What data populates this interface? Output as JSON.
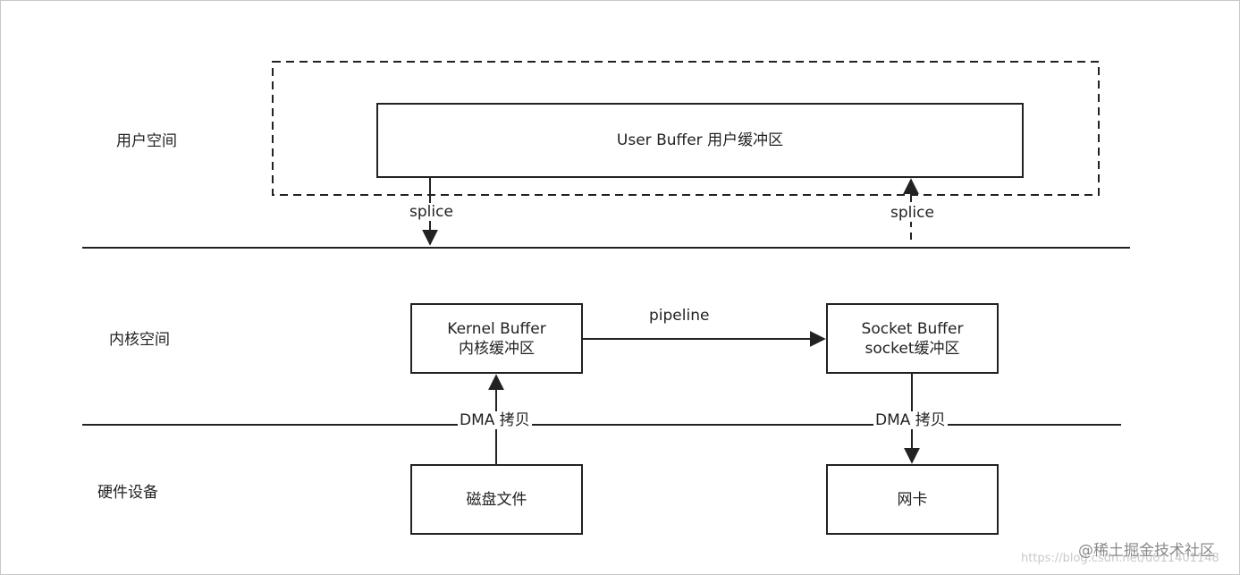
{
  "layers": {
    "user": "用户空间",
    "kernel": "内核空间",
    "hardware": "硬件设备"
  },
  "nodes": {
    "user_buffer": "User Buffer 用户缓冲区",
    "kernel_buffer": [
      "Kernel Buffer",
      "内核缓冲区"
    ],
    "socket_buffer": [
      "Socket Buffer",
      "socket缓冲区"
    ],
    "disk_file": "磁盘文件",
    "nic": "网卡"
  },
  "edges": {
    "splice_down": "splice",
    "splice_up": "splice",
    "pipeline": "pipeline",
    "dma_left": "DMA 拷贝",
    "dma_right": "DMA 拷贝"
  },
  "watermark": {
    "site": "@稀土掘金技术社区",
    "url": "https://blog.csdn.net/u011401148"
  }
}
